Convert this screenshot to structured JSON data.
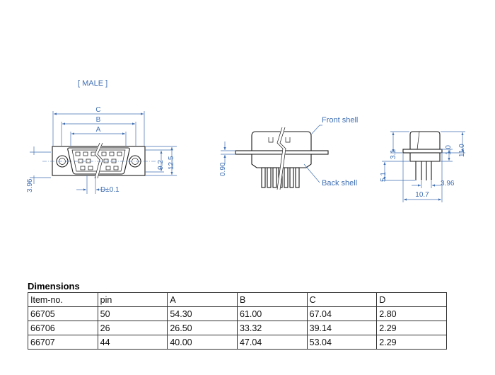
{
  "drawing": {
    "heading": "[ MALE ]",
    "labels": {
      "c": "C",
      "b": "B",
      "a": "A",
      "d": "D±0.1",
      "front_h1": "9.2",
      "front_h2": "12.5",
      "front_offset": "3.96",
      "side_h": "0.90",
      "front_shell": "Front shell",
      "back_shell": "Back shell",
      "end_31": "3.1",
      "end_10": "1.0",
      "end_110": "11.0",
      "end_51": "5.1",
      "end_396": "3.96",
      "end_107": "10.7"
    }
  },
  "dimensions": {
    "title": "Dimensions",
    "rows": [
      [
        "Item-no.",
        "pin",
        "A",
        "B",
        "C",
        "D"
      ],
      [
        "66705",
        "50",
        "54.30",
        "61.00",
        "67.04",
        "2.80"
      ],
      [
        "66706",
        "26",
        "26.50",
        "33.32",
        "39.14",
        "2.29"
      ],
      [
        "66707",
        "44",
        "40.00",
        "47.04",
        "53.04",
        "2.29"
      ]
    ]
  }
}
